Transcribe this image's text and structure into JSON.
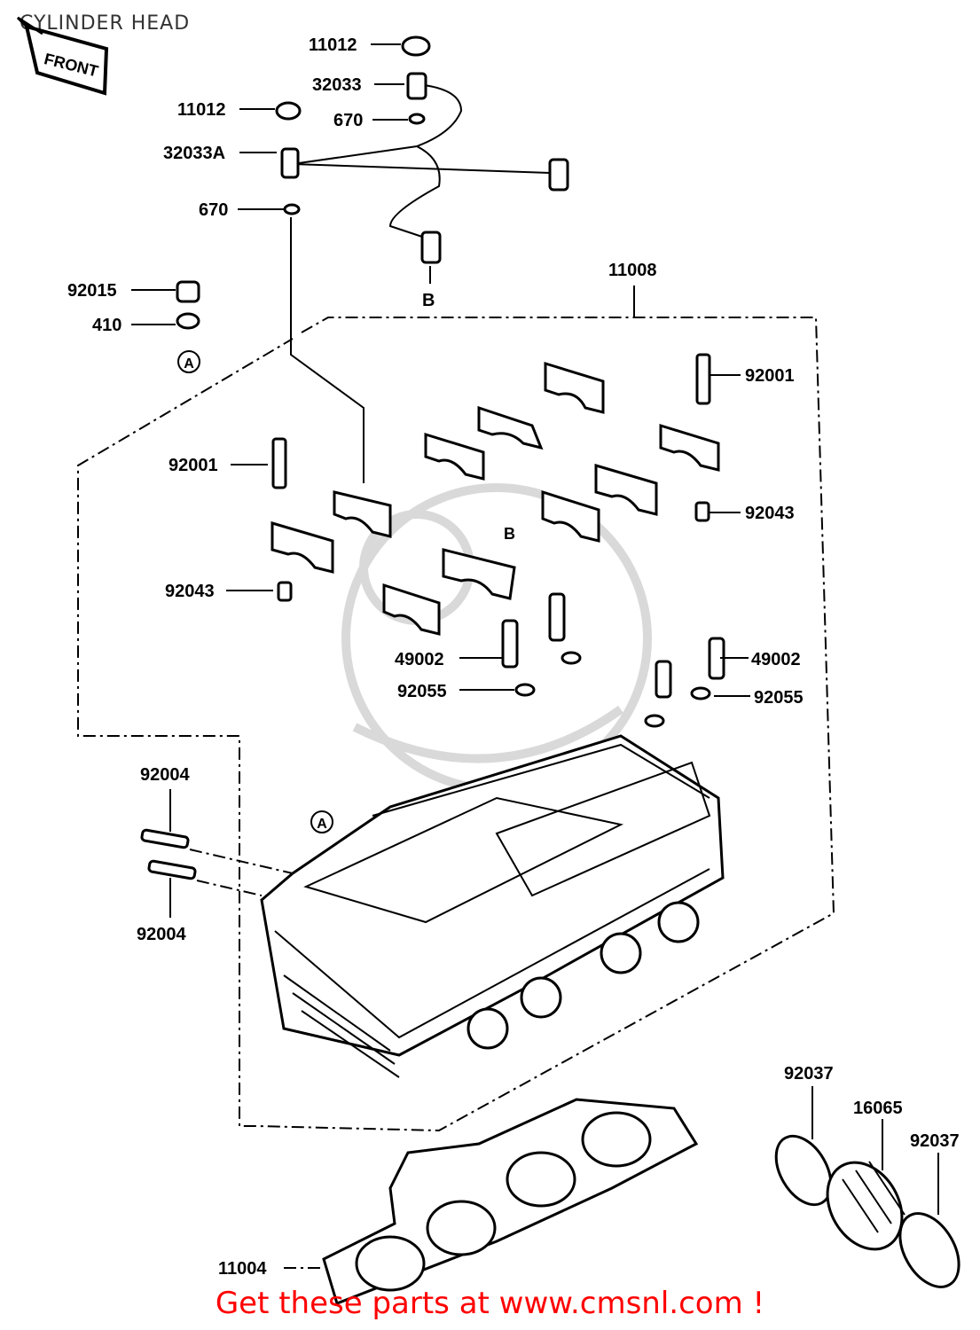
{
  "title": "CYLINDER HEAD",
  "front_label": "FRONT",
  "footer": "Get these parts at www.cmsnl.com !",
  "marker_a": "A",
  "marker_b": "B",
  "labels": {
    "p11012_top": "11012",
    "p32033": "32033",
    "p11012_left": "11012",
    "p670_top": "670",
    "p32033A": "32033A",
    "p670_left": "670",
    "p11008": "11008",
    "p92015": "92015",
    "p410": "410",
    "p92001_right": "92001",
    "p92001_left": "92001",
    "p92043_right": "92043",
    "p92043_left": "92043",
    "p49002_left": "49002",
    "p49002_right": "49002",
    "p92055_left": "92055",
    "p92055_right": "92055",
    "p92004_top": "92004",
    "p92004_bottom": "92004",
    "p92037_left": "92037",
    "p16065": "16065",
    "p92037_right": "92037",
    "p11004": "11004"
  }
}
